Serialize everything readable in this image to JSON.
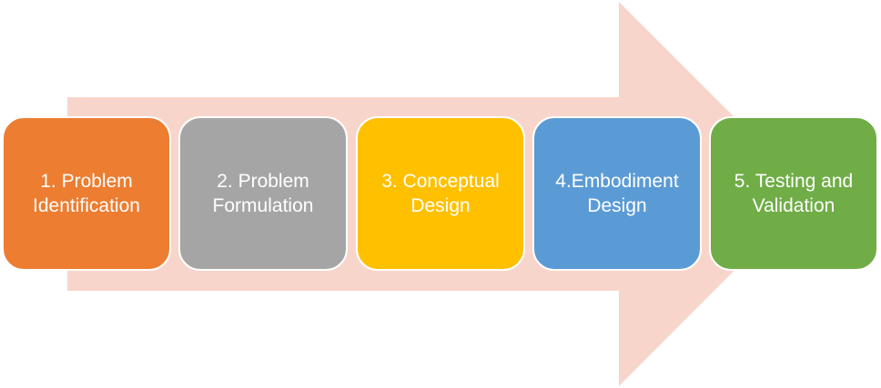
{
  "diagram": {
    "arrow_color": "#f8d5cb",
    "steps": [
      {
        "label": "1. Problem\nIdentification",
        "color": "#ed7d31"
      },
      {
        "label": "2. Problem\nFormulation",
        "color": "#a5a5a5"
      },
      {
        "label": "3. Conceptual\nDesign",
        "color": "#ffc000"
      },
      {
        "label": "4.Embodiment\nDesign",
        "color": "#5b9bd5"
      },
      {
        "label": "5. Testing and\nValidation",
        "color": "#70ad47"
      }
    ]
  }
}
